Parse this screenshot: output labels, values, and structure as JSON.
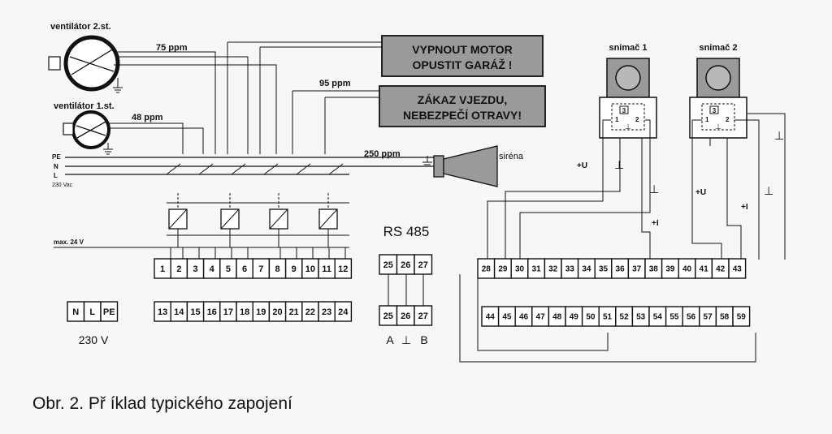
{
  "labels": {
    "fan2": "ventilátor 2.st.",
    "fan1": "ventilátor 1.st.",
    "ppm75": "75 ppm",
    "ppm48": "48 ppm",
    "ppm95": "95 ppm",
    "ppm250": "250 ppm",
    "siren": "siréna",
    "pe": "PE",
    "n": "N",
    "l": "L",
    "vac": "230 Vac",
    "max24": "max. 24 V",
    "rs485": "RS 485",
    "v230": "230 V",
    "sensor1": "snimač 1",
    "sensor2": "snimač 2",
    "plus_u": "+U",
    "plus_i": "+I",
    "ground": "⊥",
    "a": "A",
    "b": "B",
    "s1": "1",
    "s2": "2",
    "s3": "3"
  },
  "signs": {
    "sign1_line1": "VYPNOUT MOTOR",
    "sign1_line2": "OPUSTIT GARÁŽ !",
    "sign2_line1": "ZÁKAZ VJEZDU,",
    "sign2_line2": "NEBEZPEČÍ OTRAVY!"
  },
  "terminals": {
    "main_top": [
      "1",
      "2",
      "3",
      "4",
      "5",
      "6",
      "7",
      "8",
      "9",
      "10",
      "11",
      "12"
    ],
    "main_bottom": [
      "13",
      "14",
      "15",
      "16",
      "17",
      "18",
      "19",
      "20",
      "21",
      "22",
      "23",
      "24"
    ],
    "power": [
      "N",
      "L",
      "PE"
    ],
    "rs_top": [
      "25",
      "26",
      "27"
    ],
    "rs_bottom": [
      "25",
      "26",
      "27"
    ],
    "ext_top": [
      "28",
      "29",
      "30",
      "31",
      "32",
      "33",
      "34",
      "35",
      "36",
      "37",
      "38",
      "39",
      "40",
      "41",
      "42",
      "43"
    ],
    "ext_bottom": [
      "44",
      "45",
      "46",
      "47",
      "48",
      "49",
      "50",
      "51",
      "52",
      "53",
      "54",
      "55",
      "56",
      "57",
      "58",
      "59"
    ]
  },
  "caption": "Obr. 2.  Př íklad typického zapojení"
}
